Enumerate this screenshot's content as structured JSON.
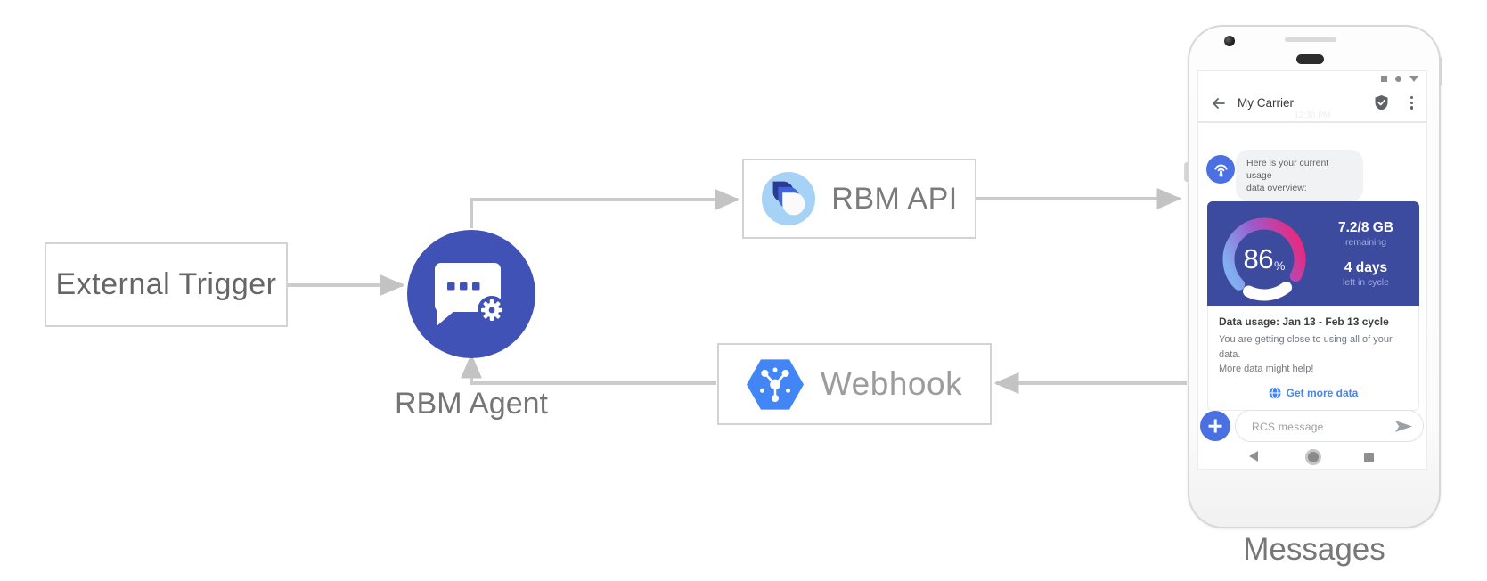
{
  "diagram": {
    "external_trigger_label": "External Trigger",
    "rbm_agent_label": "RBM Agent",
    "rbm_api_label": "RBM API",
    "webhook_label": "Webhook",
    "messages_label": "Messages"
  },
  "phone": {
    "header": {
      "title": "My Carrier"
    },
    "timestamp": "12:30 PM",
    "agent_message": {
      "lines": [
        "Here is your current usage",
        "data overview:"
      ]
    },
    "usage_card": {
      "percent_value": "86",
      "percent_unit": "%",
      "data_value": "7.2/8 GB",
      "data_caption": "remaining",
      "days_value": "4 days",
      "days_caption": "left in cycle",
      "title": "Data usage: Jan 13 - Feb 13 cycle",
      "body_lines": [
        "You are getting close to using all of your data.",
        "More data might help!"
      ],
      "action_label": "Get more data"
    },
    "composer": {
      "placeholder": "RCS message"
    }
  },
  "colors": {
    "connector": "#cbcbcb",
    "agent_circle": "#4152b7",
    "card_background": "#3d4b9f",
    "gauge_blue": "#82adf0",
    "gauge_purple": "#9a5cce",
    "gauge_pink": "#e62a80",
    "webhook_hex": "#4285f4",
    "rbm_logo_light_blue": "#a6d2f5",
    "action_blue": "#4285f4",
    "avatar_blue": "#4a70e2"
  }
}
